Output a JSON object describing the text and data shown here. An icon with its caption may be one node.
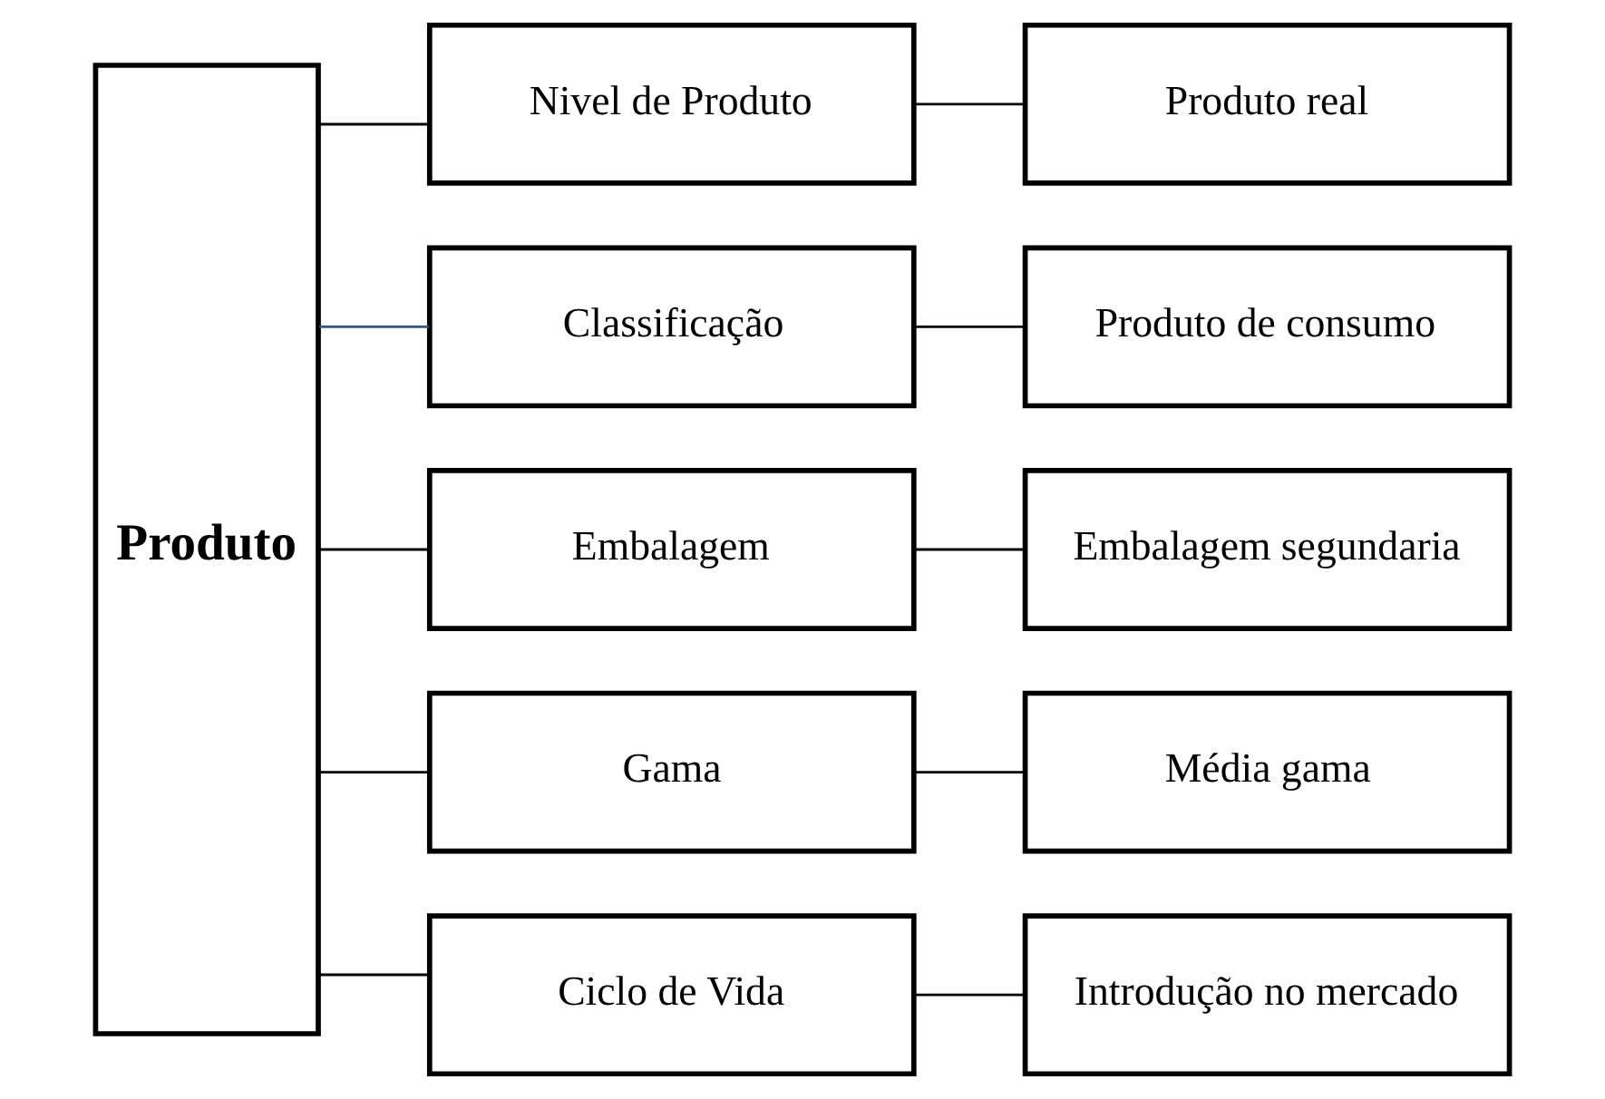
{
  "diagram": {
    "nodes": [
      {
        "text": [
          "Produto"
        ]
      },
      {
        "text": [
          "Nivel de Produto"
        ]
      },
      {
        "text": [
          "Classificação"
        ]
      },
      {
        "text": [
          "Embalagem"
        ]
      },
      {
        "text": [
          "Gama"
        ]
      },
      {
        "text": [
          "Ciclo de Vida"
        ]
      },
      {
        "text": [
          "Produto real"
        ]
      },
      {
        "text": [
          "Produto de consumo"
        ]
      },
      {
        "text": [
          "Embalagem segundaria"
        ]
      },
      {
        "text": [
          "Média gama"
        ]
      },
      {
        "text": [
          "Introdução no mercado"
        ]
      }
    ],
    "edges": [
      {
        "from": 0,
        "to": 1,
        "arrow": "none"
      },
      {
        "from": 0,
        "to": 2,
        "arrow": "none",
        "color": "#2f5597"
      },
      {
        "from": 0,
        "to": 3,
        "arrow": "none"
      },
      {
        "from": 0,
        "to": 4,
        "arrow": "none"
      },
      {
        "from": 0,
        "to": 5,
        "arrow": "none"
      },
      {
        "from": 1,
        "to": 6,
        "arrow": "none"
      },
      {
        "from": 2,
        "to": 7,
        "arrow": "none"
      },
      {
        "from": 3,
        "to": 8,
        "arrow": "none"
      },
      {
        "from": 4,
        "to": 9,
        "arrow": "none"
      },
      {
        "from": 5,
        "to": 10,
        "arrow": "none"
      }
    ]
  }
}
